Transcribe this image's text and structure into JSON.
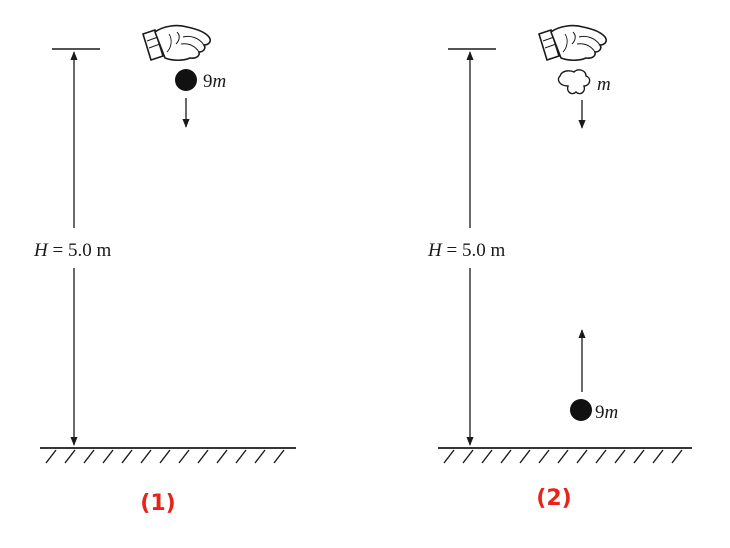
{
  "panels": [
    {
      "id": "1",
      "caption": "(1)",
      "height_var": "H",
      "height_value": "= 5.0 m",
      "object_coef": "9",
      "object_var": "m"
    },
    {
      "id": "2",
      "caption": "(2)",
      "height_var": "H",
      "height_value": "= 5.0 m",
      "upper_object_var": "m",
      "lower_object_coef": "9",
      "lower_object_var": "m"
    }
  ],
  "colors": {
    "caption": "#e8231a",
    "ink": "#1a1a1a"
  },
  "icons": [
    "hand-icon",
    "ball-icon",
    "rock-icon",
    "ground-hatch"
  ]
}
